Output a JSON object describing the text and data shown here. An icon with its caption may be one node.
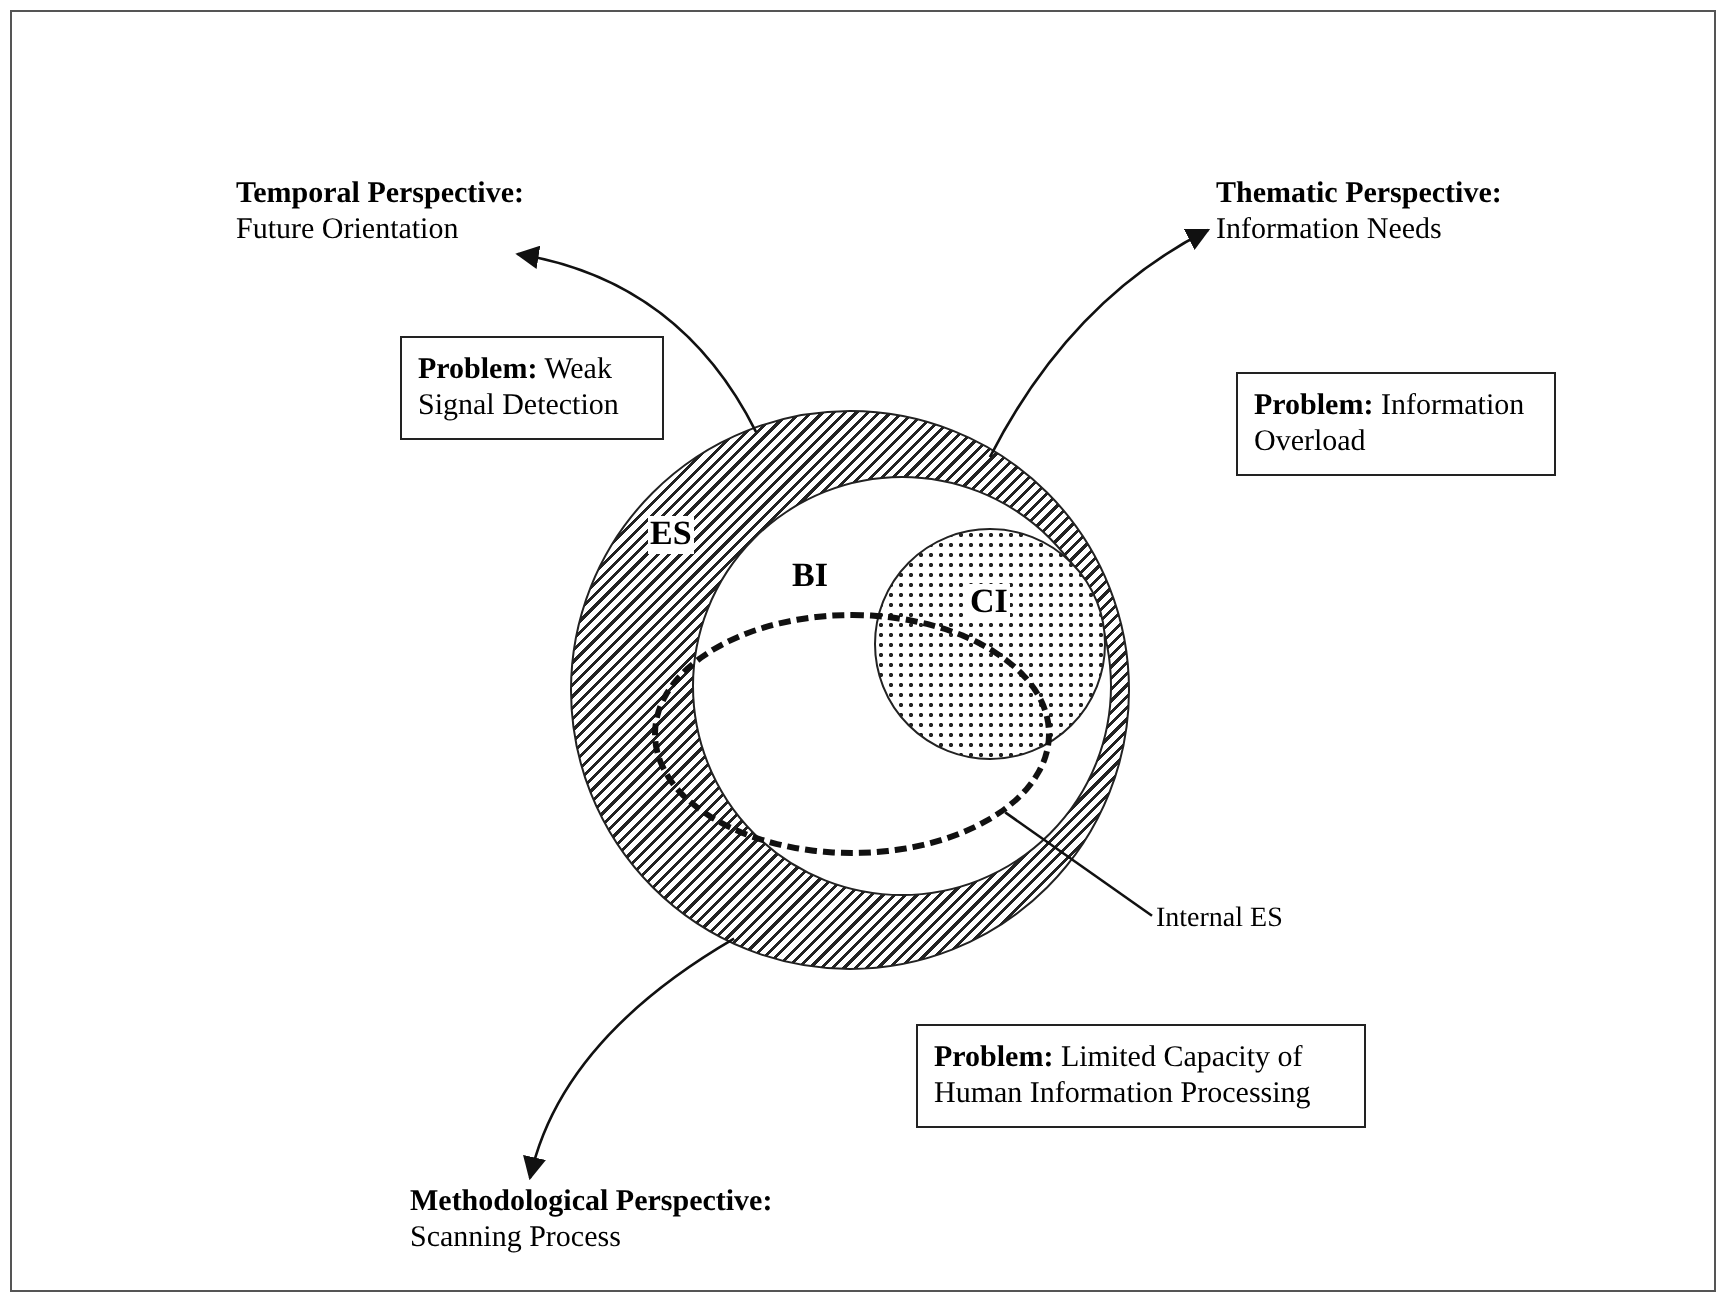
{
  "diagram": {
    "nodes": [
      {
        "text": [
          "ES"
        ]
      },
      {
        "text": [
          "BI"
        ],
        "in": 0
      },
      {
        "text": [
          "CI"
        ],
        "in": 1
      },
      {
        "text": [],
        "shape": "ellipse",
        "in": 0
      },
      {
        "text": [
          "Internal ES"
        ]
      },
      {
        "text": [
          "Temporal Perspective:",
          "Future Orientation"
        ]
      },
      {
        "text": [
          "Thematic Perspective:",
          "Information Needs"
        ]
      },
      {
        "text": [
          "**Problem:** Weak Signal Detection"
        ]
      },
      {
        "text": [
          "**Problem:** Information Overload"
        ]
      },
      {
        "text": [
          "**Problem:** Limited Capacity of Human Information Processing"
        ]
      },
      {
        "text": [
          "Methodological Perspective:",
          "Scanning Process"
        ]
      }
    ],
    "edges": [
      {
        "from": 0,
        "to": 5,
        "arrow": "to"
      },
      {
        "from": 0,
        "to": 6,
        "arrow": "to"
      },
      {
        "from": 0,
        "to": 10,
        "arrow": "to"
      },
      {
        "from": 4,
        "to": 3,
        "arrow": "none"
      }
    ]
  }
}
